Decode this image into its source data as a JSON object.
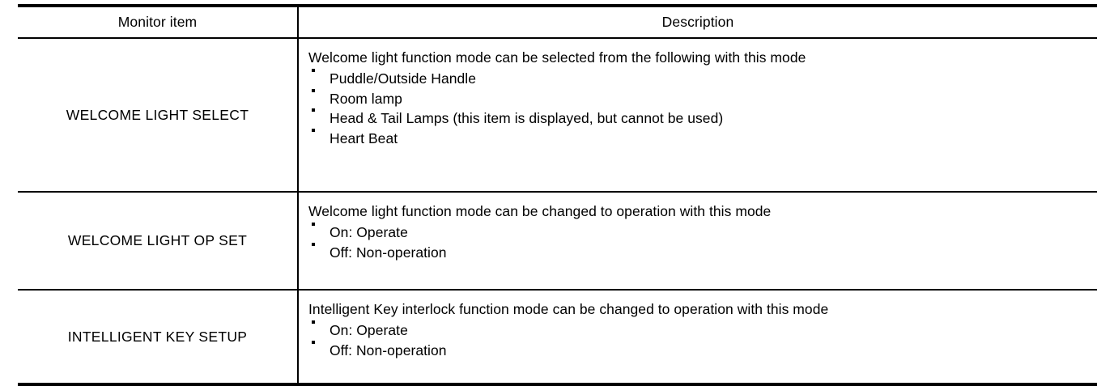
{
  "table": {
    "columns": [
      {
        "key": "monitor_item",
        "label": "Monitor item"
      },
      {
        "key": "description",
        "label": "Description"
      }
    ],
    "rows": [
      {
        "monitor_item": "WELCOME LIGHT SELECT",
        "description_lead": "Welcome light function mode can be selected from the following with this mode",
        "description_items": [
          "Puddle/Outside Handle",
          "Room lamp",
          "Head & Tail Lamps (this item is displayed, but cannot be used)",
          "Heart Beat"
        ]
      },
      {
        "monitor_item": "WELCOME LIGHT OP SET",
        "description_lead": "Welcome light function mode can be changed to operation with this mode",
        "description_items": [
          "On: Operate",
          "Off: Non-operation"
        ]
      },
      {
        "monitor_item": "INTELLIGENT KEY SETUP",
        "description_lead": "Intelligent Key interlock function mode can be changed to operation with this mode",
        "description_items": [
          "On: Operate",
          "Off: Non-operation"
        ]
      }
    ]
  },
  "colors": {
    "background": "#ffffff",
    "text": "#000000",
    "rule": "#000000"
  }
}
